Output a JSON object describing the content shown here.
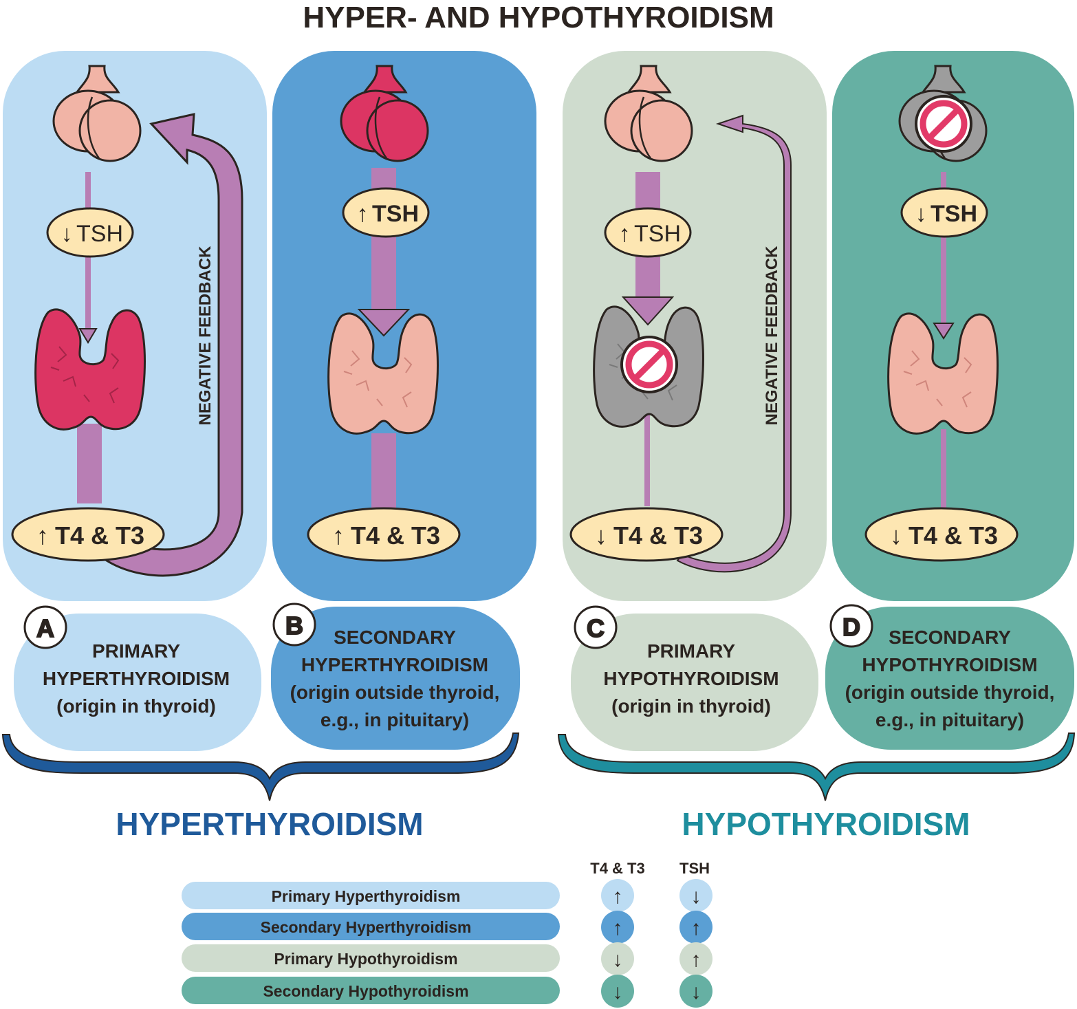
{
  "title": "HYPER- AND HYPOTHYROIDISM",
  "colors": {
    "panel_a": "#bcdcf3",
    "panel_b": "#5a9fd4",
    "panel_c": "#cfdcce",
    "panel_d": "#66b0a3",
    "arrow": "#b87eb4",
    "hyper_text": "#1f5a9a",
    "hypo_text": "#1e8e9e",
    "oval": "#fde6b2",
    "gland_normal": "#f1b4a6",
    "gland_over": "#dc3563",
    "gland_inactive": "#9d9d9d",
    "stop": "#e23a68"
  },
  "panels": {
    "a": {
      "letter": "A",
      "tsh": "TSH",
      "tsh_dir": "↓",
      "hormones": "T4 & T3",
      "hormones_dir": "↑",
      "feedback": "NEGATIVE FEEDBACK",
      "name_line1": "PRIMARY",
      "name_line2": "HYPERTHYROIDISM",
      "origin_line1": "(origin in thyroid)"
    },
    "b": {
      "letter": "B",
      "tsh": "TSH",
      "tsh_dir": "↑",
      "hormones": "T4 & T3",
      "hormones_dir": "↑",
      "name_line1": "SECONDARY",
      "name_line2": "HYPERTHYROIDISM",
      "origin_line1": "(origin outside thyroid,",
      "origin_line2": "e.g., in pituitary)"
    },
    "c": {
      "letter": "C",
      "tsh": "TSH",
      "tsh_dir": "↑",
      "hormones": "T4 & T3",
      "hormones_dir": "↓",
      "feedback": "NEGATIVE FEEDBACK",
      "name_line1": "PRIMARY",
      "name_line2": "HYPOTHYROIDISM",
      "origin_line1": "(origin in thyroid)"
    },
    "d": {
      "letter": "D",
      "tsh": "TSH",
      "tsh_dir": "↓",
      "hormones": "T4 & T3",
      "hormones_dir": "↓",
      "name_line1": "SECONDARY",
      "name_line2": "HYPOTHYROIDISM",
      "origin_line1": "(origin outside thyroid,",
      "origin_line2": "e.g., in pituitary)"
    }
  },
  "groups": {
    "hyper": "HYPERTHYROIDISM",
    "hypo": "HYPOTHYROIDISM"
  },
  "summary": {
    "col_hormones": "T4 & T3",
    "col_tsh": "TSH",
    "rows": [
      {
        "label": "Primary Hyperthyroidism",
        "hormones": "↑",
        "tsh": "↓"
      },
      {
        "label": "Secondary Hyperthyroidism",
        "hormones": "↑",
        "tsh": "↑"
      },
      {
        "label": "Primary Hypothyroidism",
        "hormones": "↓",
        "tsh": "↑"
      },
      {
        "label": "Secondary Hypothyroidism",
        "hormones": "↓",
        "tsh": "↓"
      }
    ]
  }
}
